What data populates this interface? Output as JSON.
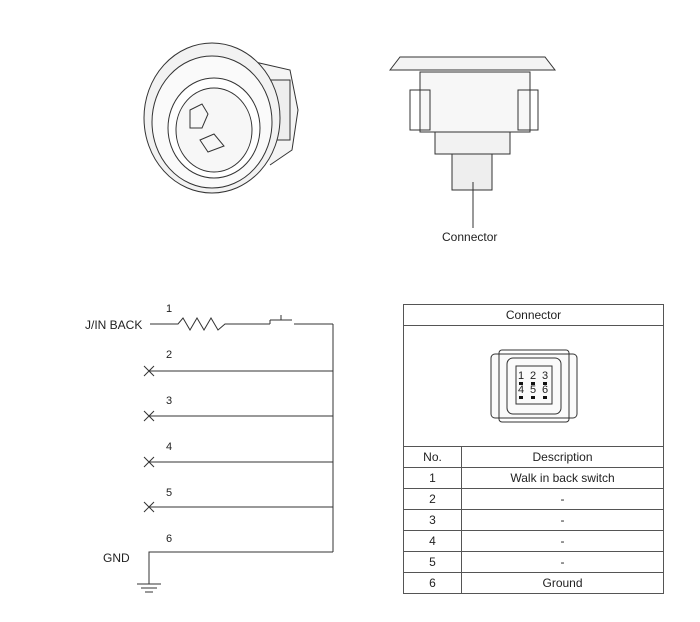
{
  "views": {
    "connector_callout": "Connector"
  },
  "schematic": {
    "input_label": "J/IN BACK",
    "ground_label": "GND",
    "pin_labels": [
      "1",
      "2",
      "3",
      "4",
      "5",
      "6"
    ]
  },
  "table": {
    "title": "Connector",
    "pin_face": [
      "1",
      "2",
      "3",
      "4",
      "5",
      "6"
    ],
    "headers": {
      "no": "No.",
      "description": "Description"
    },
    "rows": [
      {
        "no": "1",
        "description": "Walk in back switch"
      },
      {
        "no": "2",
        "description": "-"
      },
      {
        "no": "3",
        "description": "-"
      },
      {
        "no": "4",
        "description": "-"
      },
      {
        "no": "5",
        "description": "-"
      },
      {
        "no": "6",
        "description": "Ground"
      }
    ]
  }
}
